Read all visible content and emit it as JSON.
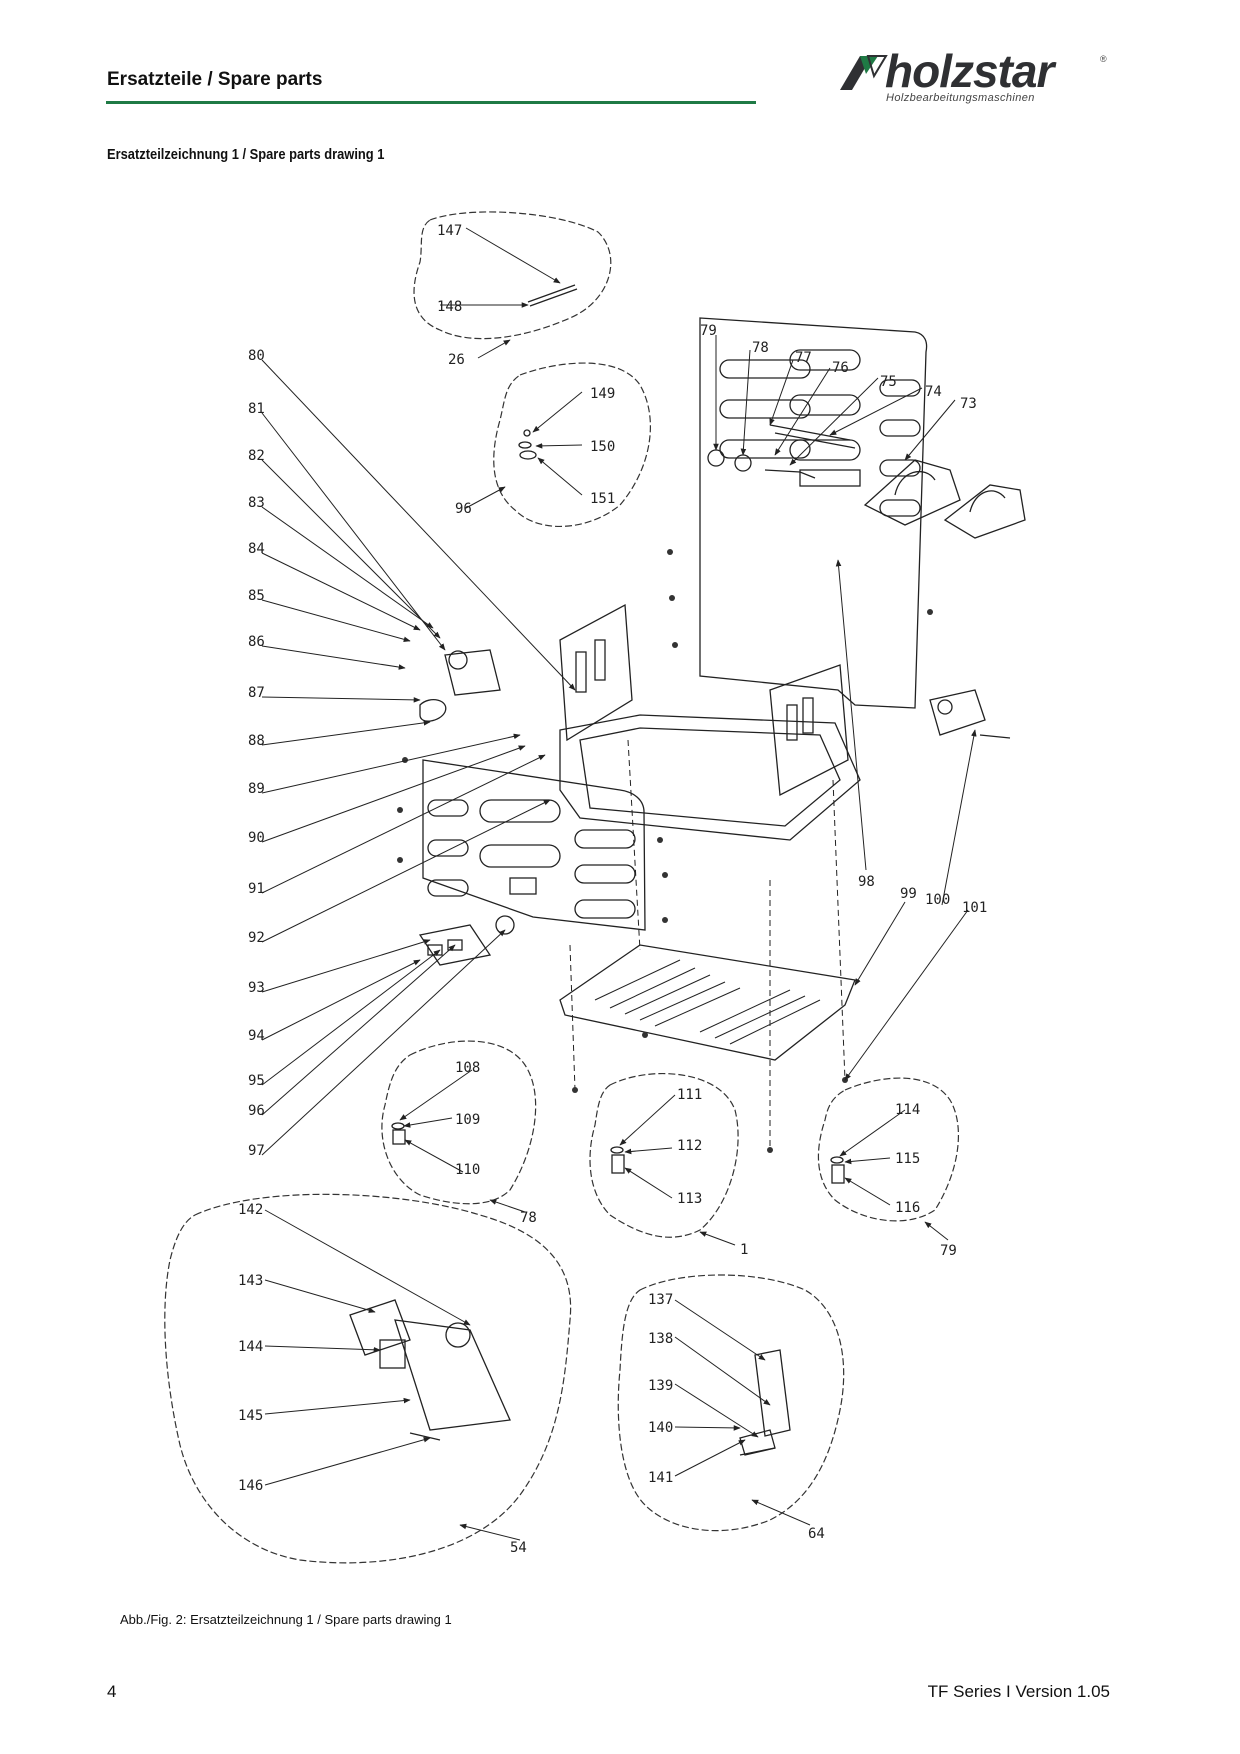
{
  "header": {
    "section_title": "Ersatzteile / Spare parts",
    "logo_text": "holzstar",
    "logo_registered": "®",
    "logo_subtitle": "Holzbearbeitungsmaschinen"
  },
  "drawing": {
    "title": "Ersatzteilzeichnung 1 / Spare parts drawing 1",
    "part_labels": {
      "p1": "1",
      "p26": "26",
      "p54": "54",
      "p64": "64",
      "p73": "73",
      "p74": "74",
      "p75": "75",
      "p76": "76",
      "p77": "77",
      "p78": "78",
      "p78b": "78",
      "p79": "79",
      "p79b": "79",
      "p80": "80",
      "p81": "81",
      "p82": "82",
      "p83": "83",
      "p84": "84",
      "p85": "85",
      "p86": "86",
      "p87": "87",
      "p88": "88",
      "p89": "89",
      "p90": "90",
      "p91": "91",
      "p92": "92",
      "p93": "93",
      "p94": "94",
      "p95": "95",
      "p96": "96",
      "p96b": "96",
      "p97": "97",
      "p98": "98",
      "p99": "99",
      "p100": "100",
      "p101": "101",
      "p108": "108",
      "p109": "109",
      "p110": "110",
      "p111": "111",
      "p112": "112",
      "p113": "113",
      "p114": "114",
      "p115": "115",
      "p116": "116",
      "p137": "137",
      "p138": "138",
      "p139": "139",
      "p140": "140",
      "p141": "141",
      "p142": "142",
      "p143": "143",
      "p144": "144",
      "p145": "145",
      "p146": "146",
      "p147": "147",
      "p148": "148",
      "p149": "149",
      "p150": "150",
      "p151": "151"
    }
  },
  "caption": "Abb./Fig. 2: Ersatzteilzeichnung 1 / Spare parts drawing 1",
  "footer": {
    "page_number": "4",
    "version": "TF Series I Version 1.05"
  },
  "colors": {
    "accent_green": "#1f7a45",
    "logo_dark": "#2f3033"
  }
}
